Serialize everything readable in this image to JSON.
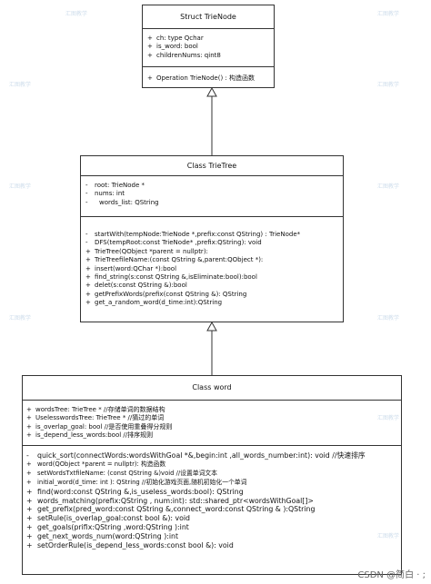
{
  "trienode": {
    "title": "Struct TrieNode",
    "attributes": [
      {
        "sym": "+",
        "text": "ch: type Qchar"
      },
      {
        "sym": "+",
        "text": "is_word:  bool"
      },
      {
        "sym": "+",
        "text": "childrenNums: qint8"
      }
    ],
    "operations": [
      {
        "sym": "+",
        "text": "Operation TrieNode() : 构造函数"
      }
    ]
  },
  "trietree": {
    "title": "Class TrieTree",
    "attributes": [
      {
        "sym": "-",
        "text": "root: TrieNode *"
      },
      {
        "sym": "-",
        "text": "nums: int"
      },
      {
        "sym": "-",
        "text": "words_list: QString"
      }
    ],
    "operations": [
      {
        "sym": "-",
        "text": "startWith(tempNode:TrieNode *,prefix:const QString) : TrieNode*"
      },
      {
        "sym": "-",
        "text": "DFS(tempRoot:const TrieNode* ,prefix:QString): void"
      },
      {
        "sym": "+",
        "text": "TrieTree(QObject *parent = nullptr):"
      },
      {
        "sym": "+",
        "text": "TrieTreefileName:(const QString &,parent:QObject *):"
      },
      {
        "sym": "+",
        "text": "insert(word:QChar *):bool"
      },
      {
        "sym": "+",
        "text": "find_string(s:const QString &,isEliminate:bool):bool"
      },
      {
        "sym": "+",
        "text": "delet(s:const QString &):bool"
      },
      {
        "sym": "+",
        "text": "getPrefixWords(prefix(const QString &): QString"
      },
      {
        "sym": "+",
        "text": "get_a_random_word(d_time:int):QString"
      }
    ]
  },
  "word": {
    "title": "Class word",
    "attributes": [
      {
        "sym": "+",
        "text": "wordsTree: TrieTree *   //存储单词的数据结构"
      },
      {
        "sym": "+",
        "text": "UselesswordsTree: TrieTree *  //猜过的单词"
      },
      {
        "sym": "+",
        "text": "is_overlap_goal: bool     //是否使用重叠得分规则"
      },
      {
        "sym": "+",
        "text": "is_depend_less_words:bool   //排序规则"
      }
    ],
    "operations": [
      {
        "sym": "-",
        "text": "quick_sort(connectWords:wordsWithGoal *&,begin:int ,all_words_number:int):  void //快速排序"
      },
      {
        "sym": "+",
        "text": "word(QObject *parent = nullptr):  构造函数"
      },
      {
        "sym": "+",
        "text": "setWordsTxtfileName:  (const QString &)void   //设置单词文本"
      },
      {
        "sym": "+",
        "text": "initial_word(d_time:  int ):  QString  //初始化游戏页面,随机初始化一个单词"
      },
      {
        "sym": "+",
        "text": "find(word:const QString &,is_useless_words:bool):  QString"
      },
      {
        "sym": "+",
        "text": "words_matching(prefix:QString , num:int):  std::shared_ptr<wordsWithGoal[]>"
      },
      {
        "sym": "+",
        "text": "get_prefix(pred_word:const QString &,connect_word:const QString & ):QString"
      },
      {
        "sym": "+",
        "text": "setRule(is_overlap_goal:const bool &): void"
      },
      {
        "sym": "+",
        "text": "get_goals(prifix:QString ,word:QString ):int"
      },
      {
        "sym": "+",
        "text": "get_next_words_num(word:QString ):int"
      },
      {
        "sym": "+",
        "text": "setOrderRule(is_depend_less_words:const bool &): void"
      }
    ]
  },
  "watermark": "汇图教学",
  "footer": "CSDN @简白 · ;"
}
